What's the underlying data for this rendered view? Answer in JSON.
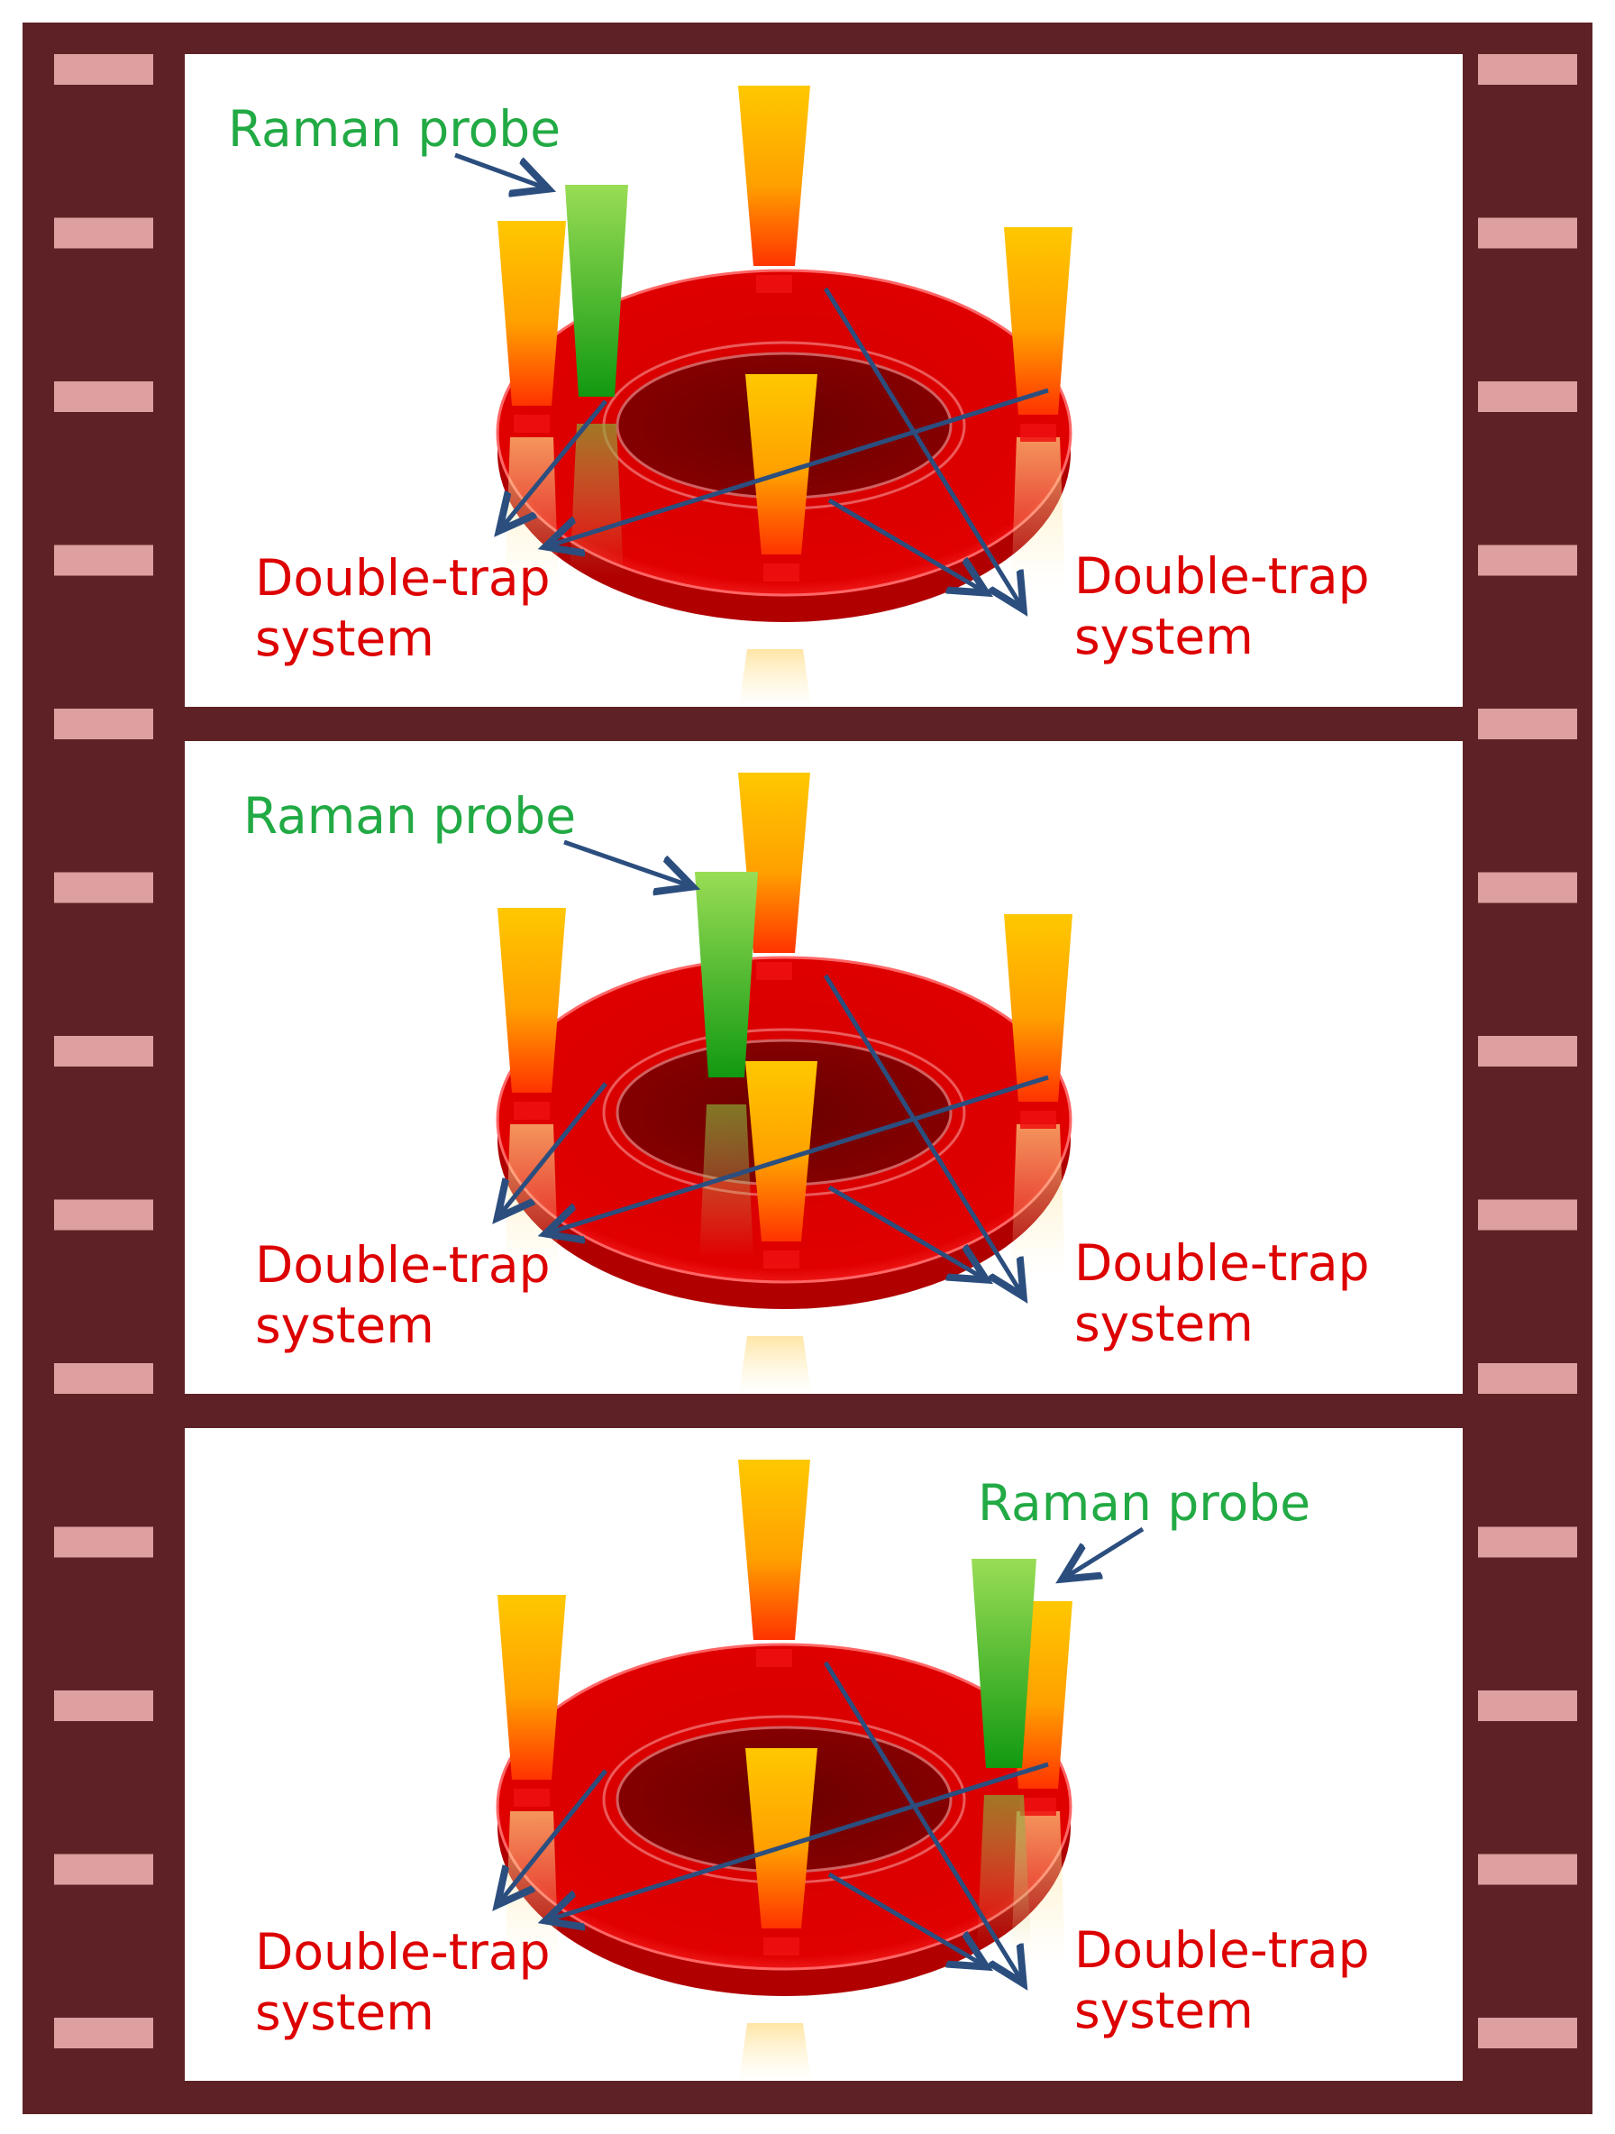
{
  "colors": {
    "film": "#5e2226",
    "perforation": "#dd9f9f",
    "frame": "#ffffff",
    "cell_outer": "#cc0000",
    "cell_inner": "#7a0000",
    "trap_top": "#ffcc00",
    "trap_bottom": "#ff3300",
    "probe_top": "#99dd55",
    "probe_bottom": "#119911",
    "arrow": "#2b4e7e",
    "raman_label": "#22aa44",
    "trap_label": "#dd0000"
  },
  "panels": [
    {
      "probe_position": "left",
      "raman_label": "Raman probe",
      "left_label_line1": "Double-trap",
      "left_label_line2": "system",
      "right_label_line1": "Double-trap",
      "right_label_line2": "system"
    },
    {
      "probe_position": "center",
      "raman_label": "Raman probe",
      "left_label_line1": "Double-trap",
      "left_label_line2": "system",
      "right_label_line1": "Double-trap",
      "right_label_line2": "system"
    },
    {
      "probe_position": "right",
      "raman_label": "Raman probe",
      "left_label_line1": "Double-trap",
      "left_label_line2": "system",
      "right_label_line1": "Double-trap",
      "right_label_line2": "system"
    }
  ]
}
